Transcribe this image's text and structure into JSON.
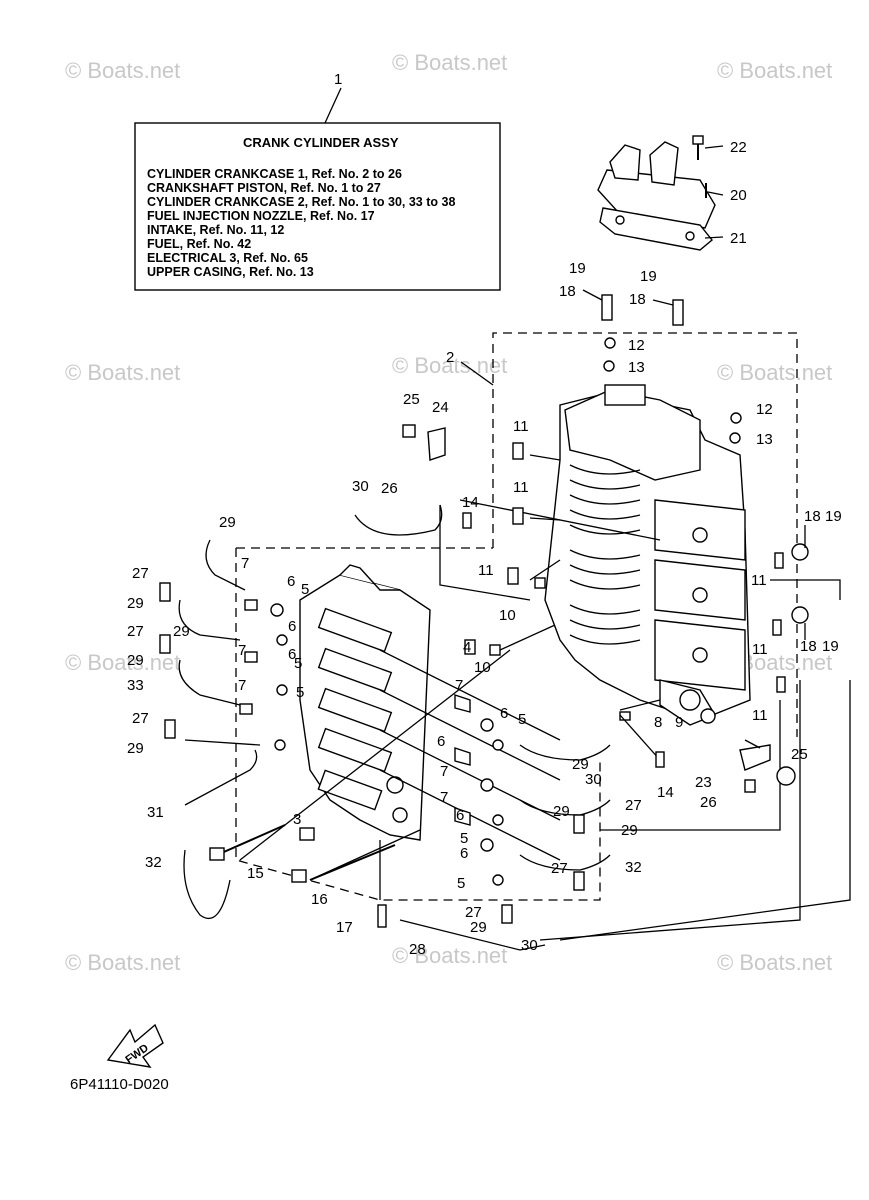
{
  "watermark": "© Boats.net",
  "assembly_box": {
    "callout": "1",
    "title": "CRANK CYLINDER ASSY",
    "lines": [
      "CYLINDER CRANKCASE 1,  Ref. No. 2 to 26",
      "CRANKSHAFT PISTON,         Ref. No. 1 to 27",
      "CYLINDER CRANKCASE 2, Ref. No. 1 to 30, 33 to 38",
      "FUEL INJECTION NOZZLE, Ref. No. 17",
      "INTAKE, Ref. No. 11, 12",
      "FUEL,     Ref. No. 42",
      "ELECTRICAL 3,   Ref. No. 65",
      "UPPER CASING, Ref. No. 13"
    ]
  },
  "callouts": [
    "22",
    "20",
    "21",
    "19",
    "19",
    "18",
    "18",
    "12",
    "13",
    "12",
    "13",
    "2",
    "25",
    "24",
    "26",
    "11",
    "11",
    "14",
    "11",
    "10",
    "30",
    "29",
    "27",
    "29",
    "27",
    "29",
    "29",
    "33",
    "7",
    "6",
    "5",
    "6",
    "7",
    "5",
    "6",
    "7",
    "5",
    "4",
    "7",
    "6",
    "5",
    "8",
    "9",
    "10",
    "18",
    "19",
    "18",
    "19",
    "11",
    "11",
    "11",
    "25",
    "23",
    "26",
    "14",
    "30",
    "29",
    "27",
    "29",
    "7",
    "6",
    "5",
    "6",
    "29",
    "27",
    "32",
    "5",
    "6",
    "7",
    "3",
    "15",
    "16",
    "27",
    "29",
    "31",
    "32",
    "17",
    "28",
    "27",
    "29",
    "30"
  ],
  "fwd_label": "FWD",
  "drawing_code": "6P41110-D020"
}
